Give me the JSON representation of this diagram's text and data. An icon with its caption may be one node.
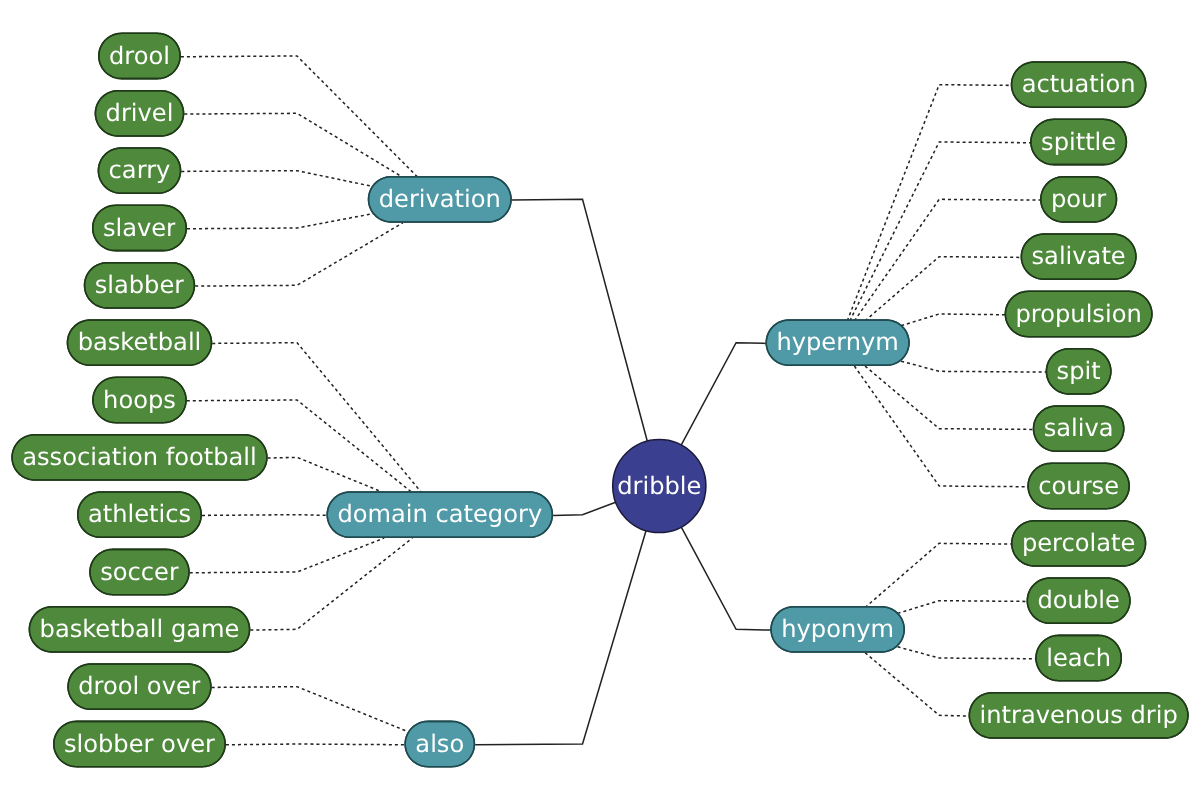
{
  "diagram": {
    "nodes": [
      {
        "text": [
          "dribble"
        ]
      },
      {
        "text": [
          "derivation"
        ]
      },
      {
        "text": [
          "hypernym"
        ]
      },
      {
        "text": [
          "domain category"
        ]
      },
      {
        "text": [
          "also"
        ]
      },
      {
        "text": [
          "hyponym"
        ]
      },
      {
        "text": [
          "drool"
        ]
      },
      {
        "text": [
          "drivel"
        ]
      },
      {
        "text": [
          "carry"
        ]
      },
      {
        "text": [
          "slaver"
        ]
      },
      {
        "text": [
          "slabber"
        ]
      },
      {
        "text": [
          "actuation"
        ]
      },
      {
        "text": [
          "spittle"
        ]
      },
      {
        "text": [
          "pour"
        ]
      },
      {
        "text": [
          "salivate"
        ]
      },
      {
        "text": [
          "propulsion"
        ]
      },
      {
        "text": [
          "spit"
        ]
      },
      {
        "text": [
          "saliva"
        ]
      },
      {
        "text": [
          "course"
        ]
      },
      {
        "text": [
          "basketball"
        ]
      },
      {
        "text": [
          "hoops"
        ]
      },
      {
        "text": [
          "association football"
        ]
      },
      {
        "text": [
          "athletics"
        ]
      },
      {
        "text": [
          "soccer"
        ]
      },
      {
        "text": [
          "basketball game"
        ]
      },
      {
        "text": [
          "drool over"
        ]
      },
      {
        "text": [
          "slobber over"
        ]
      },
      {
        "text": [
          "percolate"
        ]
      },
      {
        "text": [
          "double"
        ]
      },
      {
        "text": [
          "leach"
        ]
      },
      {
        "text": [
          "intravenous drip"
        ]
      }
    ],
    "edges": [
      {
        "from": 1,
        "to": 0,
        "arrow": "none"
      },
      {
        "from": 0,
        "to": 2,
        "arrow": "none"
      },
      {
        "from": 3,
        "to": 0,
        "arrow": "none"
      },
      {
        "from": 4,
        "to": 0,
        "arrow": "none"
      },
      {
        "from": 0,
        "to": 5,
        "arrow": "none"
      },
      {
        "from": 6,
        "to": 1,
        "arrow": "none",
        "style": "dashed"
      },
      {
        "from": 7,
        "to": 1,
        "arrow": "none",
        "style": "dashed"
      },
      {
        "from": 8,
        "to": 1,
        "arrow": "none",
        "style": "dashed"
      },
      {
        "from": 9,
        "to": 1,
        "arrow": "none",
        "style": "dashed"
      },
      {
        "from": 10,
        "to": 1,
        "arrow": "none",
        "style": "dashed"
      },
      {
        "from": 2,
        "to": 11,
        "arrow": "none",
        "style": "dashed"
      },
      {
        "from": 2,
        "to": 12,
        "arrow": "none",
        "style": "dashed"
      },
      {
        "from": 2,
        "to": 13,
        "arrow": "none",
        "style": "dashed"
      },
      {
        "from": 2,
        "to": 14,
        "arrow": "none",
        "style": "dashed"
      },
      {
        "from": 2,
        "to": 15,
        "arrow": "none",
        "style": "dashed"
      },
      {
        "from": 2,
        "to": 16,
        "arrow": "none",
        "style": "dashed"
      },
      {
        "from": 2,
        "to": 17,
        "arrow": "none",
        "style": "dashed"
      },
      {
        "from": 2,
        "to": 18,
        "arrow": "none",
        "style": "dashed"
      },
      {
        "from": 19,
        "to": 3,
        "arrow": "none",
        "style": "dashed"
      },
      {
        "from": 20,
        "to": 3,
        "arrow": "none",
        "style": "dashed"
      },
      {
        "from": 21,
        "to": 3,
        "arrow": "none",
        "style": "dashed"
      },
      {
        "from": 22,
        "to": 3,
        "arrow": "none",
        "style": "dashed"
      },
      {
        "from": 23,
        "to": 3,
        "arrow": "none",
        "style": "dashed"
      },
      {
        "from": 24,
        "to": 3,
        "arrow": "none",
        "style": "dashed"
      },
      {
        "from": 25,
        "to": 4,
        "arrow": "none",
        "style": "dashed"
      },
      {
        "from": 26,
        "to": 4,
        "arrow": "none",
        "style": "dashed"
      },
      {
        "from": 5,
        "to": 27,
        "arrow": "none",
        "style": "dashed"
      },
      {
        "from": 5,
        "to": 28,
        "arrow": "none",
        "style": "dashed"
      },
      {
        "from": 5,
        "to": 29,
        "arrow": "none",
        "style": "dashed"
      },
      {
        "from": 5,
        "to": 30,
        "arrow": "none",
        "style": "dashed"
      }
    ]
  }
}
